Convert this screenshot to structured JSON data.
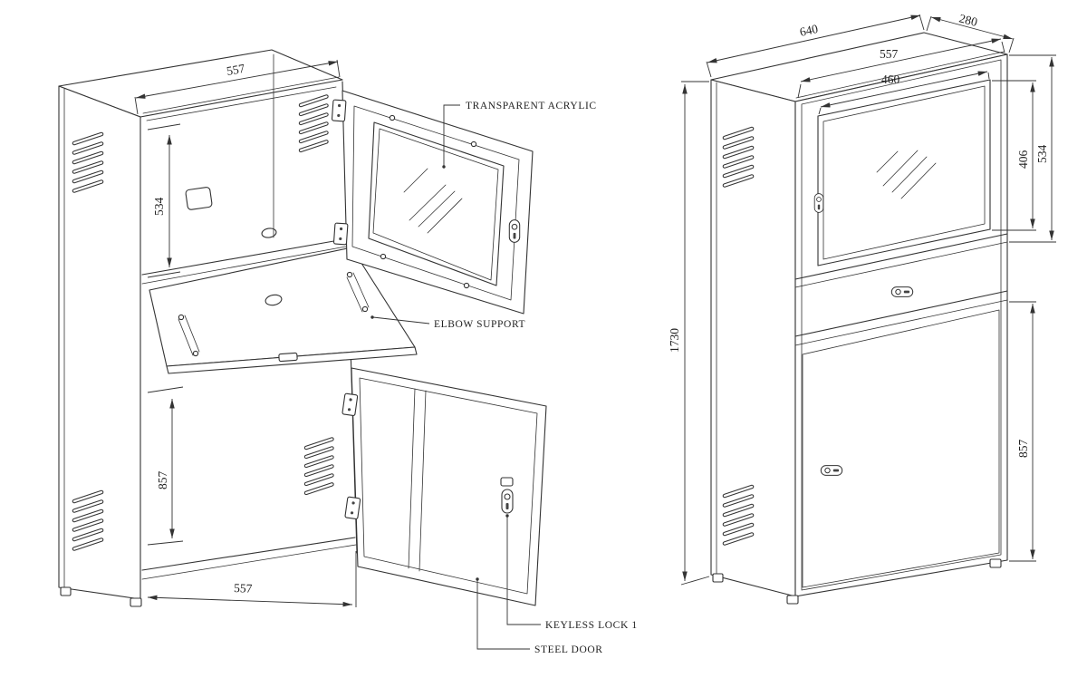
{
  "drawing": {
    "labels": {
      "transparent_acrylic": "TRANSPARENT ACRYLIC",
      "elbow_support": "ELBOW SUPPORT",
      "keyless_lock": "KEYLESS LOCK 1",
      "steel_door": "STEEL DOOR"
    },
    "isometric_view": {
      "top_width": "557",
      "upper_inner_height": "534",
      "lower_inner_height": "857",
      "bottom_width": "557"
    },
    "front_view": {
      "overall_width": "640",
      "depth": "280",
      "front_width": "557",
      "window_width": "460",
      "window_height": "406",
      "upper_section_height": "534",
      "overall_height": "1730",
      "lower_door_height": "857"
    }
  }
}
